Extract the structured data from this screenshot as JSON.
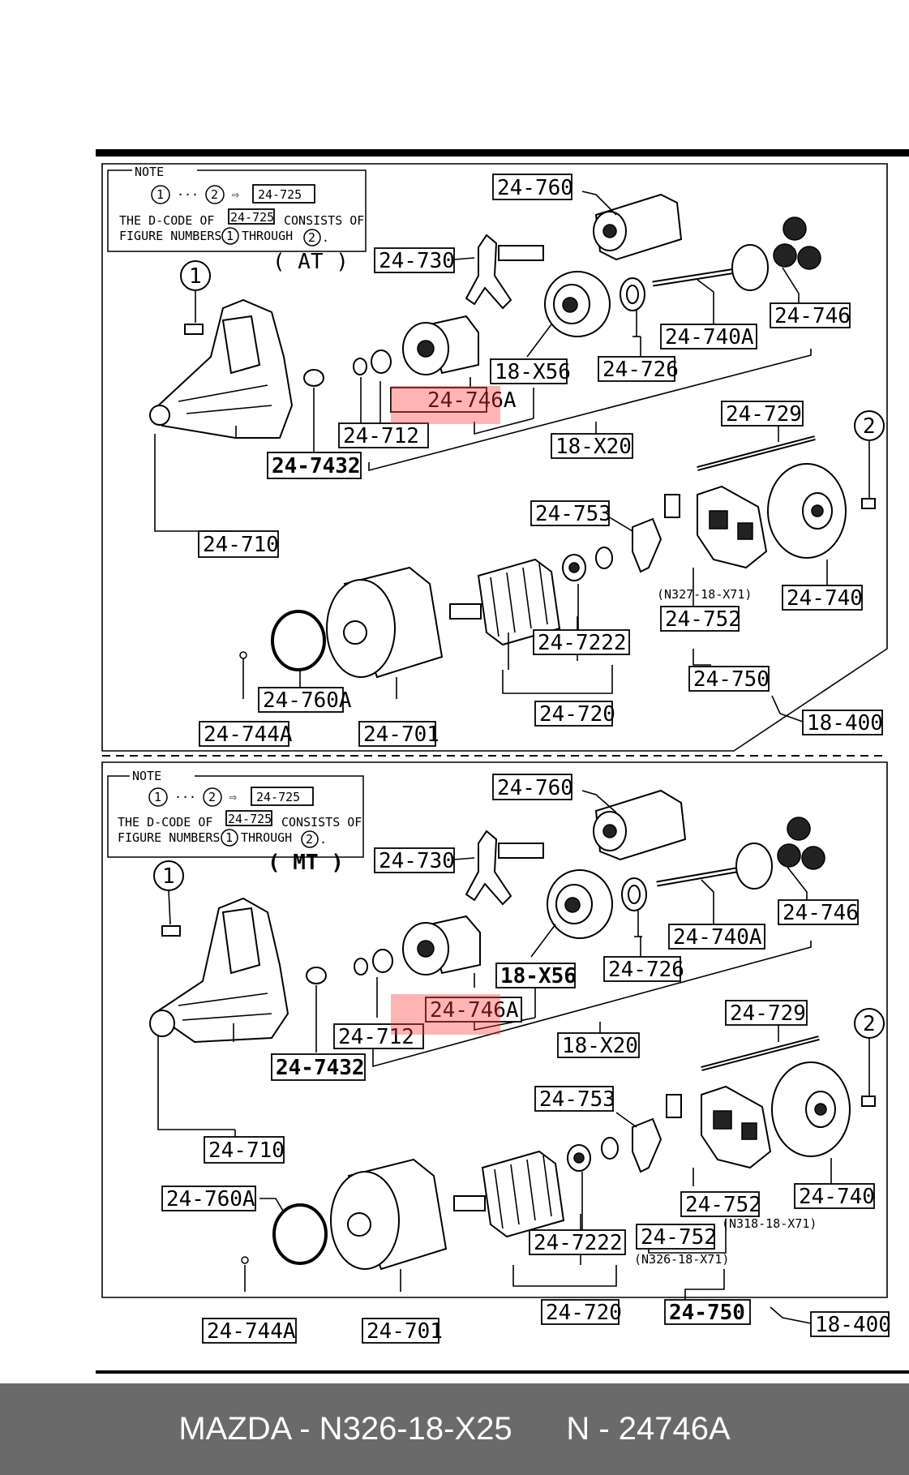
{
  "note": {
    "title": "NOTE",
    "range_from": "1",
    "range_dots": "···",
    "range_to": "2",
    "arrow": "⇨",
    "dcode": "24-725",
    "line1_pre": "THE D-CODE OF",
    "line1_post": "CONSISTS OF",
    "line2_pre": "FIGURE NUMBERS",
    "line2_mid": "THROUGH",
    "line2_end": "."
  },
  "sections": [
    {
      "variant": "( AT )",
      "callout1": "1",
      "callout2": "2",
      "labels": {
        "solenoid": "24-760",
        "lever": "24-730",
        "gear_set": "24-746",
        "shaft": "24-740A",
        "bearing_housing": "18-X56",
        "seal": "24-726",
        "pinion": "24-746A",
        "clip": "24-712",
        "bushing": "24-7432",
        "kit": "18-X20",
        "housing": "24-710",
        "through_bolt": "24-729",
        "brush_spring": "24-753",
        "end_frame": "24-740",
        "brush_holder_note": "(N327-18-X71)",
        "brush_holder": "24-752",
        "armature_bearing": "24-7222",
        "brush_assembly": "24-750",
        "yoke": "24-701",
        "armature": "24-720",
        "retainer_ring": "24-760A",
        "washer": "24-744A",
        "assembly": "18-400"
      }
    },
    {
      "variant": "( MT )",
      "callout1": "1",
      "callout2": "2",
      "labels": {
        "solenoid": "24-760",
        "lever": "24-730",
        "gear_set": "24-746",
        "shaft": "24-740A",
        "bearing_housing": "18-X56",
        "seal": "24-726",
        "pinion": "24-746A",
        "clip": "24-712",
        "bushing": "24-7432",
        "kit": "18-X20",
        "housing": "24-710",
        "through_bolt": "24-729",
        "brush_spring": "24-753",
        "end_frame": "24-740",
        "brush_holder_a": "24-752",
        "brush_holder_a_note": "(N318-18-X71)",
        "brush_holder_b": "24-752",
        "brush_holder_b_note": "(N326-18-X71)",
        "armature_bearing": "24-7222",
        "brush_assembly": "24-750",
        "yoke": "24-701",
        "armature": "24-720",
        "retainer_ring": "24-760A",
        "washer": "24-744A",
        "assembly": "18-400"
      }
    }
  ],
  "footer": {
    "brand_part": "MAZDA - N326-18-X25",
    "oem_part": "N - 24746A"
  },
  "colors": {
    "highlight": "#ff3b3b",
    "footer_bg": "#6a6a6a",
    "footer_text": "#ffffff"
  }
}
